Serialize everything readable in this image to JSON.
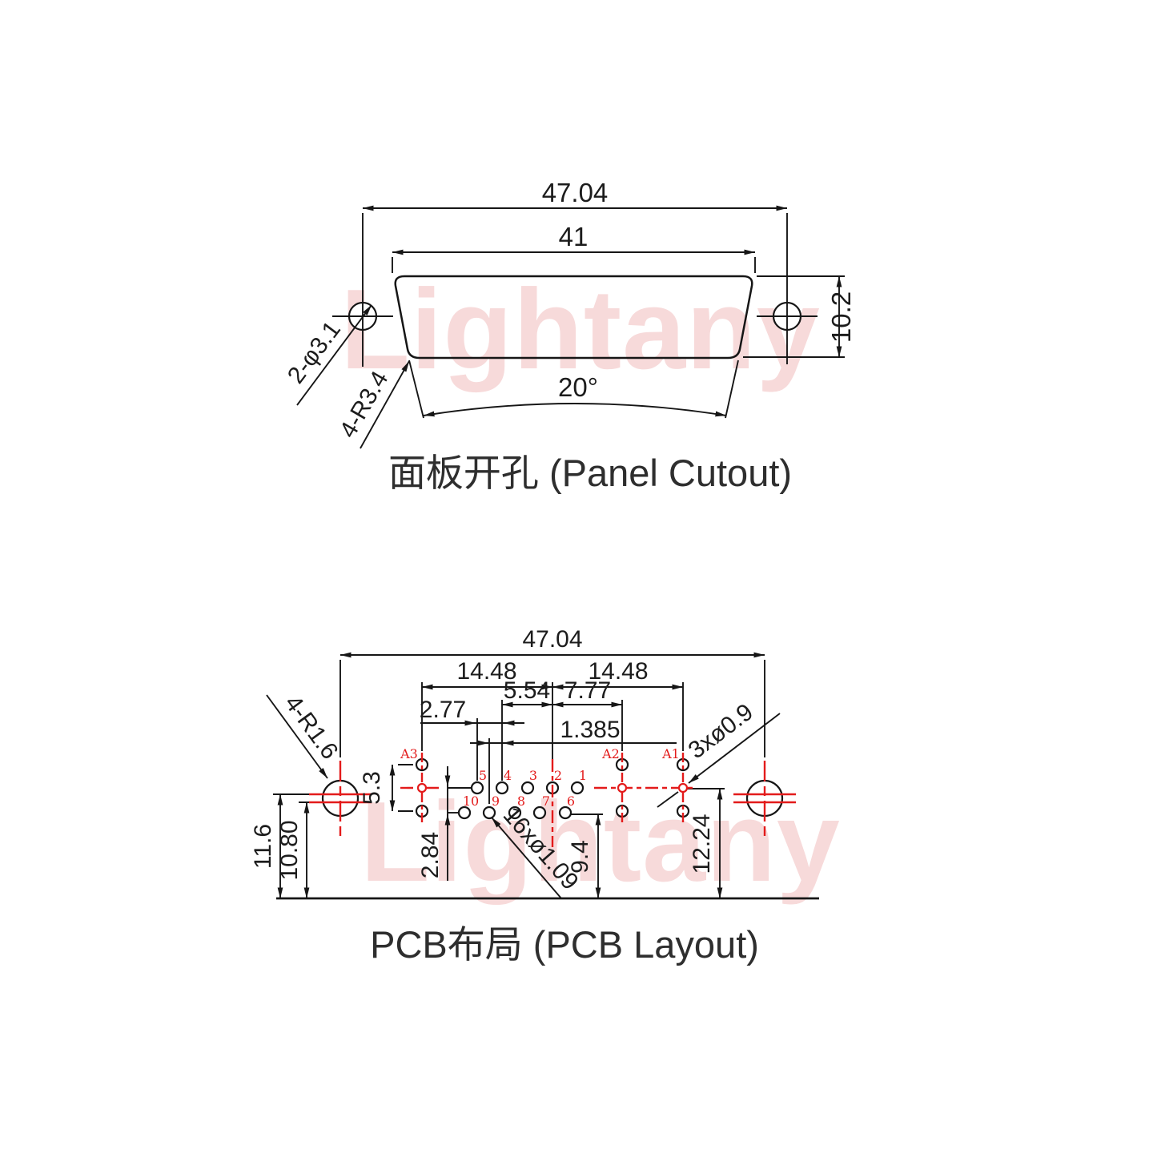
{
  "watermark": {
    "text": "Lightany"
  },
  "panel_cutout": {
    "title": "面板开孔 (Panel Cutout)",
    "dim_width_outer": "47.04",
    "dim_width_inner": "41",
    "dim_height": "10.2",
    "dim_angle": "20°",
    "label_mount_holes": "2-φ3.1",
    "label_corner_radius": "4-R3.4"
  },
  "pcb_layout": {
    "title": "PCB布局 (PCB Layout)",
    "dim_width_outer": "47.04",
    "dim_span_left": "14.48",
    "dim_span_right": "14.48",
    "dim_pin4_to_center": "5.54",
    "dim_center_to_a2": "7.77",
    "dim_pitch": "2.77",
    "dim_half_pitch": "1.385",
    "dim_a_col_span": "5.3",
    "dim_mount_upper": "11.6",
    "dim_mount_lower": "10.80",
    "dim_row_offset": "2.84",
    "dim_lower_row_height": "9.4",
    "dim_center_height": "12.24",
    "label_signal_holes": "16xø1.09",
    "label_coax_holes": "3xø0.9",
    "label_mount_radius": "4-R1.6",
    "pin_labels": {
      "a": [
        "A3",
        "A2",
        "A1"
      ],
      "upper": [
        "5",
        "4",
        "3",
        "2",
        "1"
      ],
      "lower": [
        "10",
        "9",
        "8",
        "7",
        "6"
      ]
    }
  },
  "colors": {
    "line": "#161616",
    "red": "#e31b1b",
    "title": "#2e2e2e",
    "watermark": "#f7dada"
  }
}
